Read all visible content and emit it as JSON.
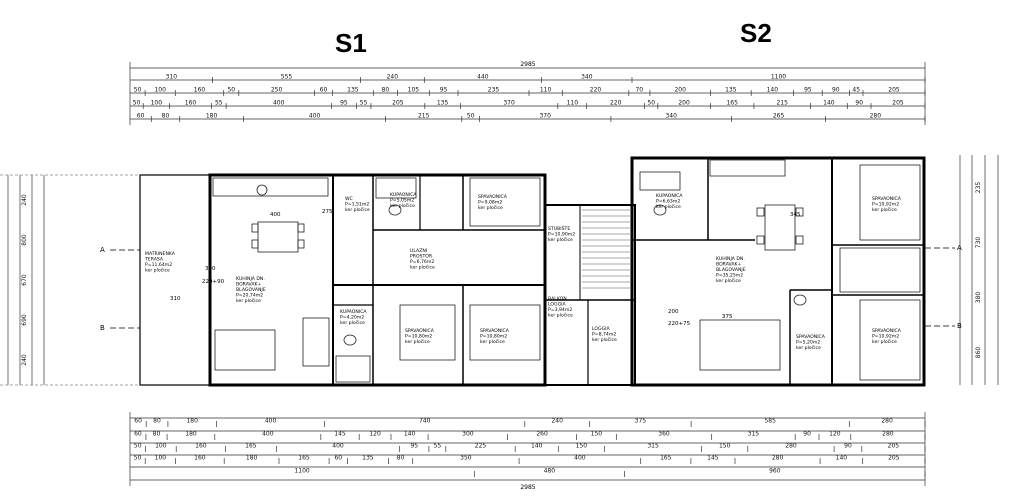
{
  "units": {
    "s1": "S1",
    "s2": "S2"
  },
  "total_width": "2985",
  "top_dims": {
    "row1": [
      "310",
      "555",
      "240",
      "440",
      "340",
      "1100"
    ],
    "row2": [
      "50",
      "100",
      "160",
      "50",
      "250",
      "60",
      "135",
      "80",
      "105",
      "95",
      "235",
      "110",
      "220",
      "70",
      "200",
      "135",
      "140",
      "95",
      "90",
      "45",
      "205"
    ],
    "row3": [
      "50",
      "100",
      "160",
      "55",
      "400",
      "95",
      "55",
      "205",
      "135",
      "370",
      "110",
      "220",
      "50",
      "200",
      "165",
      "215",
      "140",
      "90",
      "205"
    ],
    "row4": [
      "60",
      "80",
      "180",
      "400",
      "215",
      "50",
      "370",
      "340",
      "265",
      "280"
    ]
  },
  "bottom_dims": {
    "row1": [
      "60",
      "80",
      "180",
      "400",
      "740",
      "240",
      "375",
      "585",
      "280"
    ],
    "row2": [
      "60",
      "80",
      "180",
      "400",
      "145",
      "120",
      "140",
      "300",
      "260",
      "150",
      "360",
      "315",
      "90",
      "120",
      "280"
    ],
    "row3": [
      "50",
      "100",
      "160",
      "165",
      "400",
      "95",
      "55",
      "225",
      "140",
      "150",
      "315",
      "150",
      "280",
      "90",
      "205"
    ],
    "row4": [
      "50",
      "100",
      "160",
      "180",
      "165",
      "60",
      "135",
      "80",
      "350",
      "400",
      "165",
      "145",
      "280",
      "140",
      "205"
    ],
    "row5": [
      "1100",
      "480",
      "960"
    ]
  },
  "left_dims": [
    "240",
    "800",
    "670",
    "690",
    "240"
  ],
  "right_dims": [
    "235",
    "730",
    "380",
    "860"
  ],
  "sections": {
    "a": "A",
    "b": "B"
  },
  "rooms": [
    {
      "name": "MATRINENKA TERASA",
      "area": "P=11,64m2",
      "floor": "ker pločice"
    },
    {
      "name": "KUHINJA DN. BORAVAK+ BLAGOVANJE",
      "area": "P=20,74m2",
      "floor": "ker pločice"
    },
    {
      "name": "KUPAONICA",
      "area": "P=5,05m2",
      "floor": "ker pločice"
    },
    {
      "name": "WC",
      "area": "P=1,51m2",
      "floor": "ker pločice"
    },
    {
      "name": "SPAVAONICA",
      "area": "P=9,08m2",
      "floor": "ker pločice"
    },
    {
      "name": "ULAZNI PROSTOR",
      "area": "P=6,76m2",
      "floor": "ker pločice"
    },
    {
      "name": "KUPAONICA",
      "area": "P=4,20m2",
      "floor": "ker pločice"
    },
    {
      "name": "SPAVAONICA",
      "area": "P=10,80m2",
      "floor": "ker pločice"
    },
    {
      "name": "SPAVAONICA",
      "area": "P=10,80m2",
      "floor": "ker pločice"
    },
    {
      "name": "STUBIŠTE",
      "area": "P=10,90m2",
      "floor": "ker pločice"
    },
    {
      "name": "BALKON LOGGIA",
      "area": "P=3,94m2",
      "floor": "ker pločice"
    },
    {
      "name": "LOGGIA",
      "area": "P=8,74m2",
      "floor": "ker pločice"
    },
    {
      "name": "KUPAONICA",
      "area": "P=6,63m2",
      "floor": "ker pločice"
    },
    {
      "name": "KUHINJA DN. BORAVAK+ BLAGOVANJE",
      "area": "P=35,25m2",
      "floor": "ker pločice"
    },
    {
      "name": "SPAVAONICA",
      "area": "P=10,92m2",
      "floor": "ker pločice"
    },
    {
      "name": "SPAVAONICA",
      "area": "P=5,20m2",
      "floor": "ker pločice"
    },
    {
      "name": "SPAVAONICA",
      "area": "P=10,92m2",
      "floor": "ker pločice"
    }
  ],
  "inner_dims": [
    "400",
    "275",
    "300",
    "310",
    "345",
    "375",
    "220+90",
    "200",
    "220+75"
  ]
}
